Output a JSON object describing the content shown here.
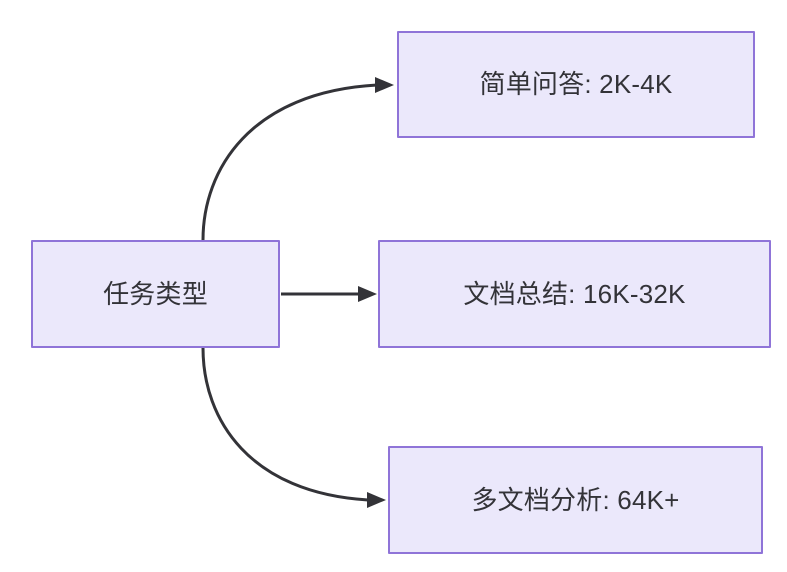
{
  "diagram": {
    "type": "flowchart",
    "direction": "left-to-right",
    "title": "",
    "theme": {
      "node_fill": "#ebe8fb",
      "node_border": "#8f74d8",
      "text_color": "#333338",
      "edge_color": "#333338",
      "background": "#ffffff"
    },
    "root": {
      "id": "task-type",
      "label": "任务类型"
    },
    "branches": [
      {
        "id": "simple-qa",
        "label": "简单问答: 2K-4K",
        "task": "简单问答",
        "range": "2K-4K",
        "edge_style": "curved"
      },
      {
        "id": "doc-summary",
        "label": "文档总结: 16K-32K",
        "task": "文档总结",
        "range": "16K-32K",
        "edge_style": "straight"
      },
      {
        "id": "multi-doc",
        "label": "多文档分析: 64K+",
        "task": "多文档分析",
        "range": "64K+",
        "edge_style": "curved"
      }
    ],
    "edges": [
      {
        "id": "edge-root-simple-qa",
        "from": "任务类型",
        "to": "简单问答: 2K-4K",
        "label": ""
      },
      {
        "id": "edge-root-doc-summary",
        "from": "任务类型",
        "to": "文档总结: 16K-32K",
        "label": ""
      },
      {
        "id": "edge-root-multi-doc",
        "from": "任务类型",
        "to": "多文档分析: 64K+",
        "label": ""
      }
    ]
  }
}
